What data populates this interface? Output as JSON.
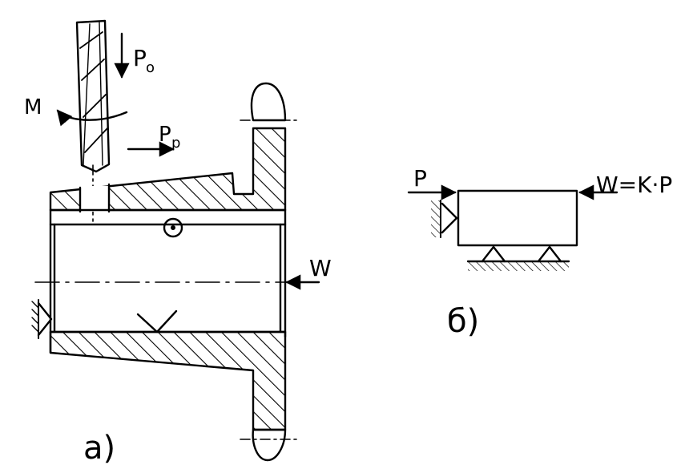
{
  "labels": {
    "force_axial": "P",
    "force_axial_sub": "o",
    "moment": "M",
    "force_radial": "P",
    "force_radial_sub": "p",
    "clamp_force": "W",
    "caption_a": "a)",
    "caption_b": "б)",
    "scheme_force": "P",
    "scheme_clamp": "W=K·P"
  },
  "colors": {
    "ink": "#000000",
    "paper": "#ffffff"
  },
  "icons": {
    "locating_support": "triangle-support-icon",
    "centering_mark": "circle-dot-icon",
    "surface_check": "check-mark-icon"
  }
}
